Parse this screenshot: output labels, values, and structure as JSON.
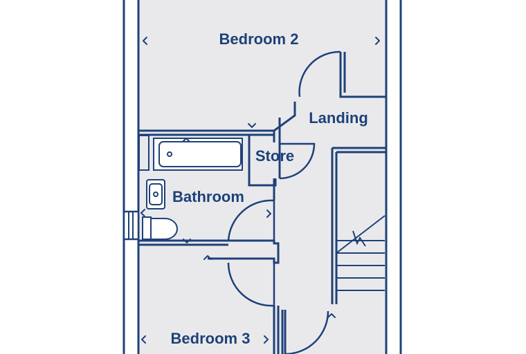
{
  "rooms": {
    "bedroom2": "Bedroom 2",
    "landing": "Landing",
    "store": "Store",
    "bathroom": "Bathroom",
    "bedroom3": "Bedroom 3"
  },
  "colors": {
    "wall": "#1e4178",
    "floor": "#e9e9ec",
    "background": "#ffffff"
  },
  "icons": {
    "dimension_marker": "chevron"
  }
}
